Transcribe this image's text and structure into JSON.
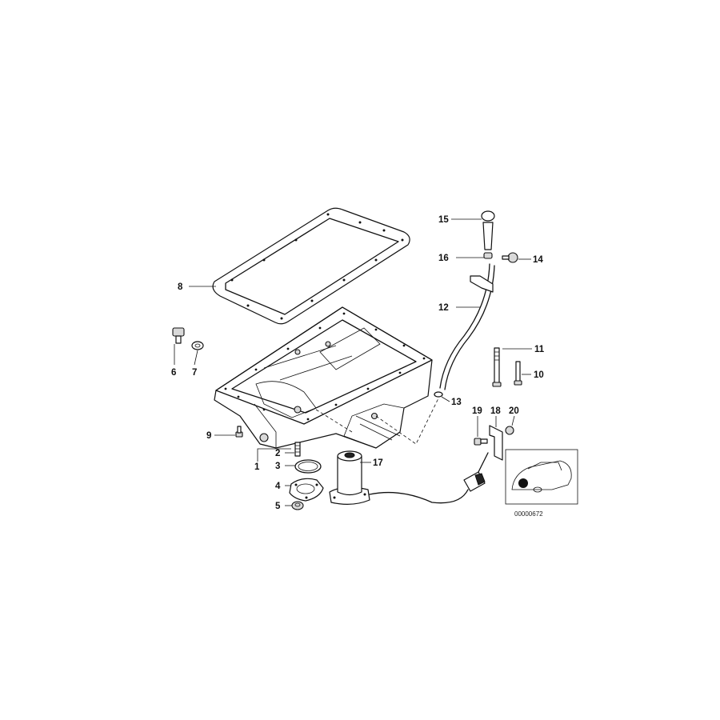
{
  "callouts": [
    "1",
    "2",
    "3",
    "4",
    "5",
    "6",
    "7",
    "8",
    "9",
    "10",
    "11",
    "12",
    "13",
    "14",
    "15",
    "16",
    "17",
    "18",
    "19",
    "20"
  ],
  "reference_code": "00000672",
  "icons": {
    "car_thumbnail": "car-location-icon"
  }
}
